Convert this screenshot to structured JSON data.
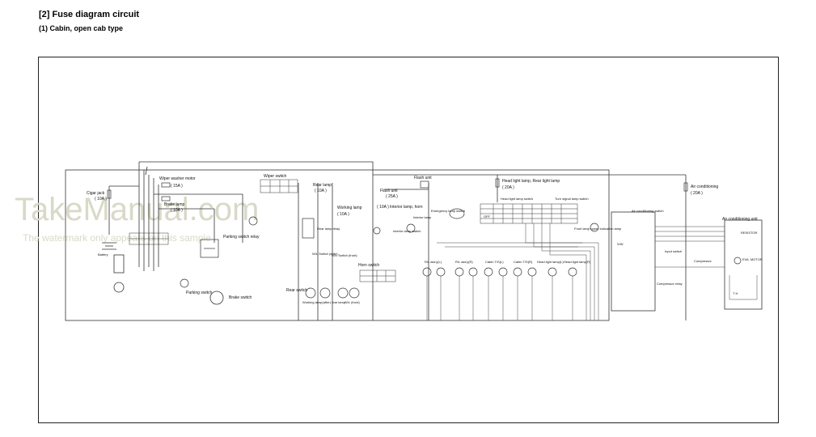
{
  "header": {
    "title": "[2] Fuse diagram circuit",
    "subtitle": "(1) Cabin, open cab type"
  },
  "watermark": {
    "brand": "TakeManual.com",
    "tagline": "The watermark only appears on this sample"
  },
  "labels": {
    "cigar_jack": "Cigar jack",
    "cigar_fuse": "( 10A )",
    "battery": "Battery",
    "wiper_washer_motor": "Wiper washer motor",
    "wiper_fuse": "( 15A )",
    "brake_lamp": "Brake lamp",
    "brake_fuse": "( 10A )",
    "parking_switch_relay": "Parking switch relay",
    "parking_switch": "Parking switch",
    "brake_switch": "Brake switch",
    "wiper_switch": "Wiper switch",
    "rear_lamp": "Rear lamp",
    "rear_lamp_fuse": "( 10A )",
    "rear_lamp_relay": "Rear lamp relay",
    "working_lamp": "Working lamp",
    "working_lamp_fuse": "( 10A )",
    "rear_switch": "Rear switch",
    "wl_switch_after": "W/L Switch (after)",
    "wl_switch_front": "W/L Switch (front)",
    "working_lamp_rear": "Working lamp(after) rear lamp",
    "wl_front": "W/L (front)",
    "horn_switch": "Horn switch",
    "flash_unit": "Flash unit",
    "flash_unit_fuse": "( 25A )",
    "flash_unit_2": "Flash unit",
    "interior_horn_fuse": "( 10A )",
    "interior_lamp_horn": "Interior lamp, horn",
    "interior_lamp": "Interior lamp",
    "interior_lamp_switch": "Interior lamp switch",
    "emergency_lamp_switch": "Emergency lamp switch",
    "head_light_rear_light": "Head light lamp, Rear light lamp",
    "head_light_fuse": "( 20A )",
    "head_light_lamp_switch": "Head light lamp switch",
    "turn_signal_lamp_switch": "Turn signal lamp switch",
    "front_lamp_indicator": "Front lamp upper indication lamp",
    "lamp_groups": [
      "R/L ass'y(L)",
      "R/L ass'y(R)",
      "Cabin T/S(L)",
      "Cabin T/S(R)",
      "Head light lamp(L)",
      "Head light lamp(R)"
    ],
    "air_conditioning": "Air conditioning",
    "air_conditioning_fuse": "( 20A )",
    "air_conditioning_switch": "Air conditioning switch",
    "air_conditioning_unit": "Air conditioning unit",
    "input_switch": "Input switch",
    "compressor": "Compressor",
    "compressor_relay": "Compressor relay",
    "resistor": "RESISTOR",
    "eva_motor": "EVA. MOTOR",
    "sw_label": "S/W",
    "off": "OFF",
    "th_label": "T H"
  }
}
